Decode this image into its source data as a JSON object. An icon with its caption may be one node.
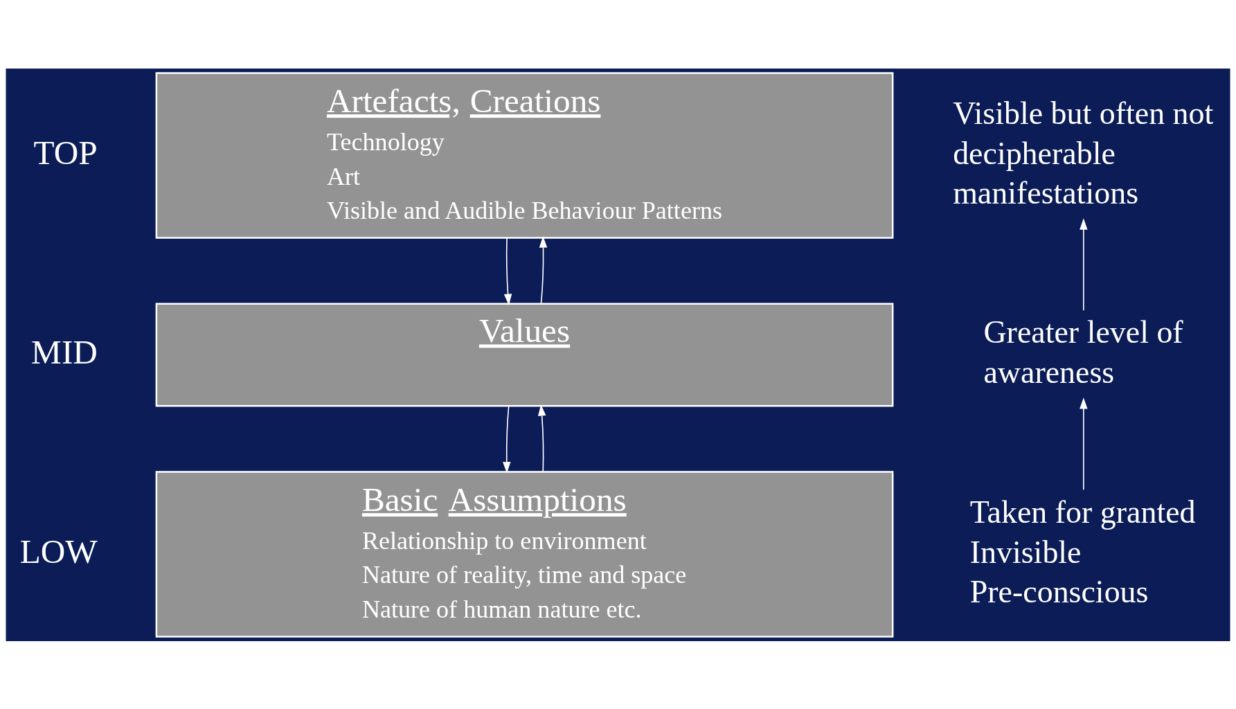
{
  "diagram": {
    "nodes": [
      {
        "text": [
          "Artefacts, Creations",
          "Technology",
          "Art",
          "Visible and Audible Behaviour Patterns"
        ]
      },
      {
        "text": [
          "Values"
        ]
      },
      {
        "text": [
          "Basic Assumptions",
          "Relationship to environment",
          "Nature of reality, time and space",
          "Nature of human nature etc."
        ]
      },
      {
        "text": [
          "Visible but often not decipherable manifestations"
        ]
      },
      {
        "text": [
          "Greater level of awareness"
        ]
      },
      {
        "text": [
          "Taken for granted",
          "Invisible",
          "Pre-conscious"
        ]
      }
    ],
    "edges": [
      {
        "from": 1,
        "to": 0,
        "arrow": "to"
      },
      {
        "from": 0,
        "to": 1,
        "arrow": "to"
      },
      {
        "from": 2,
        "to": 1,
        "arrow": "to"
      },
      {
        "from": 1,
        "to": 2,
        "arrow": "to"
      },
      {
        "from": 4,
        "to": 3,
        "arrow": "to"
      },
      {
        "from": 5,
        "to": 4,
        "arrow": "to"
      }
    ],
    "labels": [
      "TOP",
      "MID",
      "LOW"
    ]
  }
}
